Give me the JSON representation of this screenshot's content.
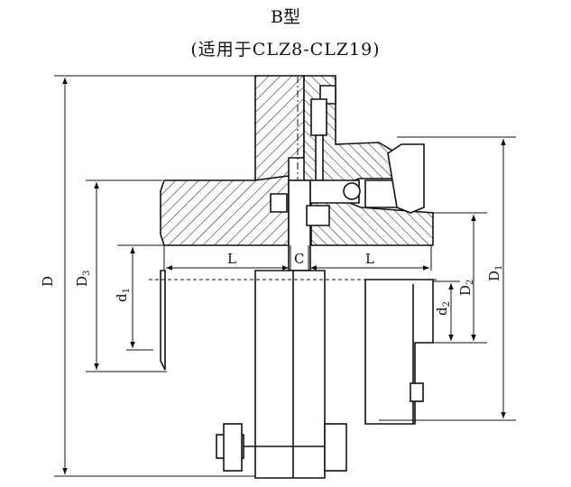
{
  "diagram": {
    "title": "B型",
    "subtitle": "(适用于CLZ8-CLZ19)",
    "dims": {
      "D": "D",
      "D3": "D",
      "D3_sub": "3",
      "d1": "d",
      "d1_sub": "1",
      "D1": "D",
      "D1_sub": "1",
      "D2": "D",
      "D2_sub": "2",
      "d2": "d",
      "d2_sub": "2",
      "L_left": "L",
      "C": "C",
      "L_right": "L"
    }
  }
}
